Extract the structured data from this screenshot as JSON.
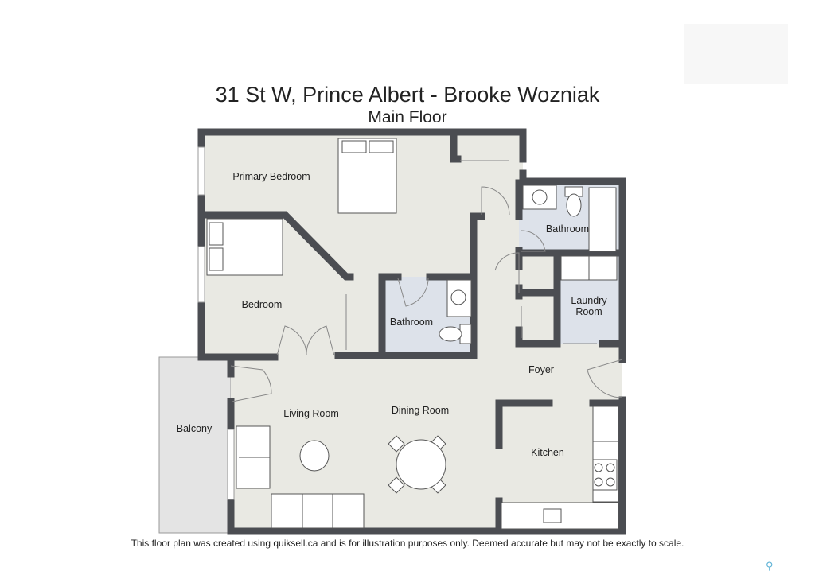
{
  "header": {
    "title": "31 St W, Prince Albert - Brooke Wozniak",
    "subtitle": "Main Floor"
  },
  "rooms": {
    "primary_bedroom": "Primary Bedroom",
    "bedroom": "Bedroom",
    "bathroom_1": "Bathroom",
    "bathroom_2": "Bathroom",
    "laundry_line1": "Laundry",
    "laundry_line2": "Room",
    "foyer": "Foyer",
    "living_room": "Living Room",
    "dining_room": "Dining Room",
    "kitchen": "Kitchen",
    "balcony": "Balcony"
  },
  "footer": {
    "disclaimer": "This floor plan was created using quiksell.ca and is for illustration purposes only. Deemed accurate but may not be exactly to scale."
  },
  "colors": {
    "wall": "#4b4d52",
    "floor": "#e9e9e3",
    "wet": "#dde2ea",
    "balcony": "#e4e4e4"
  }
}
